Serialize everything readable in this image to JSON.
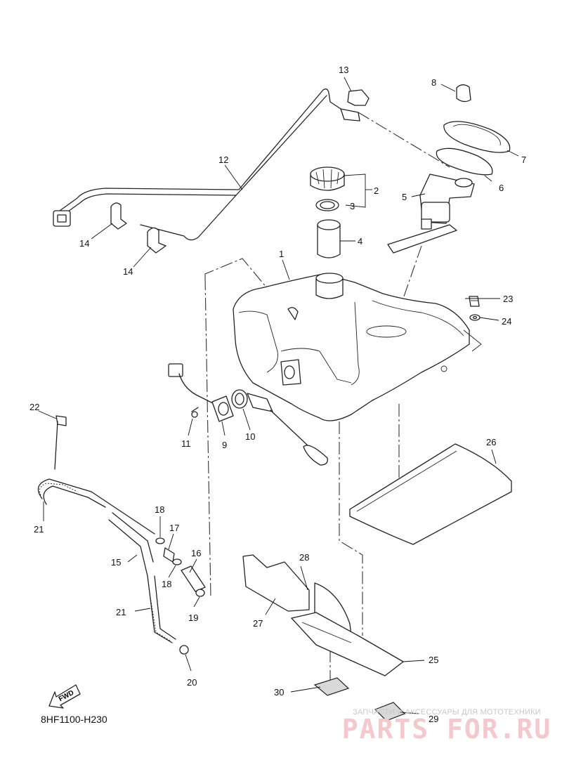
{
  "diagram": {
    "code": "8HF1100-H230",
    "fwd_label": "FWD",
    "callouts": [
      {
        "id": "c1",
        "text": "1"
      },
      {
        "id": "c2",
        "text": "2"
      },
      {
        "id": "c3",
        "text": "3"
      },
      {
        "id": "c4",
        "text": "4"
      },
      {
        "id": "c5",
        "text": "5"
      },
      {
        "id": "c6",
        "text": "6"
      },
      {
        "id": "c7",
        "text": "7"
      },
      {
        "id": "c8",
        "text": "8"
      },
      {
        "id": "c9",
        "text": "9"
      },
      {
        "id": "c10",
        "text": "10"
      },
      {
        "id": "c11",
        "text": "11"
      },
      {
        "id": "c12",
        "text": "12"
      },
      {
        "id": "c13",
        "text": "13"
      },
      {
        "id": "c14a",
        "text": "14"
      },
      {
        "id": "c14b",
        "text": "14"
      },
      {
        "id": "c15",
        "text": "15"
      },
      {
        "id": "c16",
        "text": "16"
      },
      {
        "id": "c17",
        "text": "17"
      },
      {
        "id": "c18a",
        "text": "18"
      },
      {
        "id": "c18b",
        "text": "18"
      },
      {
        "id": "c19",
        "text": "19"
      },
      {
        "id": "c20",
        "text": "20"
      },
      {
        "id": "c21a",
        "text": "21"
      },
      {
        "id": "c21b",
        "text": "21"
      },
      {
        "id": "c22",
        "text": "22"
      },
      {
        "id": "c23",
        "text": "23"
      },
      {
        "id": "c24",
        "text": "24"
      },
      {
        "id": "c25",
        "text": "25"
      },
      {
        "id": "c26",
        "text": "26"
      },
      {
        "id": "c27",
        "text": "27"
      },
      {
        "id": "c28",
        "text": "28"
      },
      {
        "id": "c29",
        "text": "29"
      },
      {
        "id": "c30",
        "text": "30"
      }
    ]
  },
  "watermark": {
    "subtitle": "ЗАПЧАСТИ И АКСЕССУАРЫ ДЛЯ МОТОТЕХНИКИ",
    "brand": "PARTS FOR.RU"
  }
}
